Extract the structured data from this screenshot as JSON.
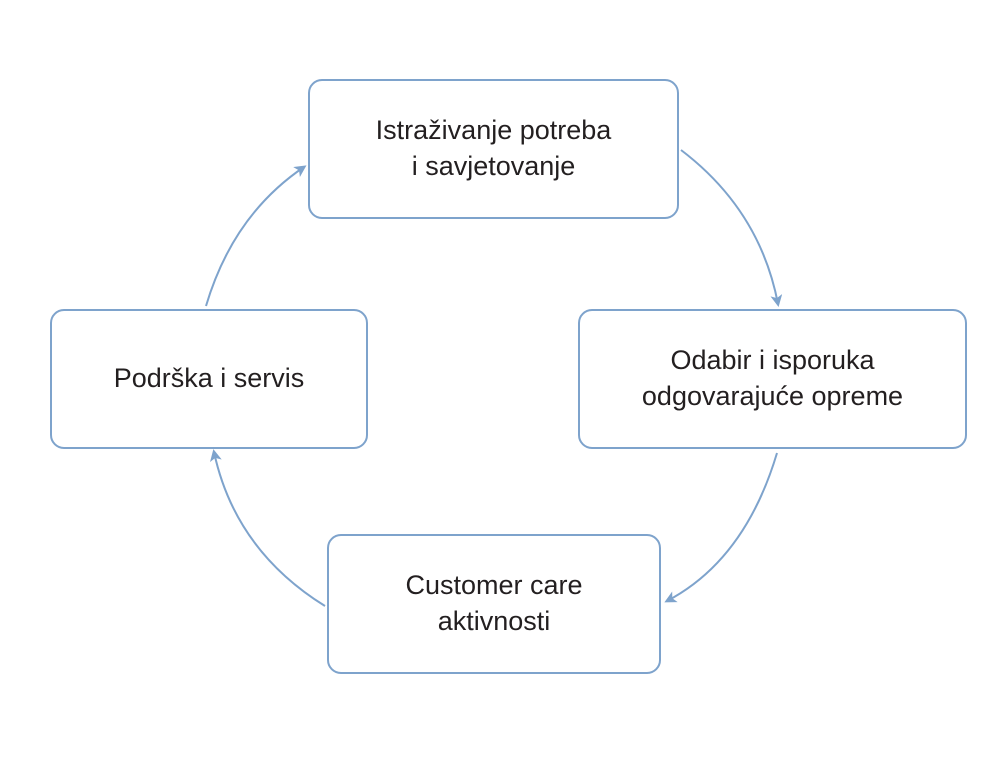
{
  "diagram": {
    "type": "cycle",
    "colors": {
      "stroke": "#7ea3cc",
      "text": "#231f20",
      "background": "#ffffff"
    },
    "nodes": [
      {
        "id": "research",
        "lines": [
          "Istraživanje potreba",
          "i savjetovanje"
        ]
      },
      {
        "id": "selection",
        "lines": [
          "Odabir i isporuka",
          "odgovarajuće opreme"
        ]
      },
      {
        "id": "customer",
        "lines": [
          "Customer care",
          "aktivnosti"
        ]
      },
      {
        "id": "support",
        "lines": [
          "Podrška i servis"
        ]
      }
    ],
    "edges": [
      {
        "from": "research",
        "to": "selection"
      },
      {
        "from": "selection",
        "to": "customer"
      },
      {
        "from": "customer",
        "to": "support"
      },
      {
        "from": "support",
        "to": "research"
      }
    ]
  }
}
